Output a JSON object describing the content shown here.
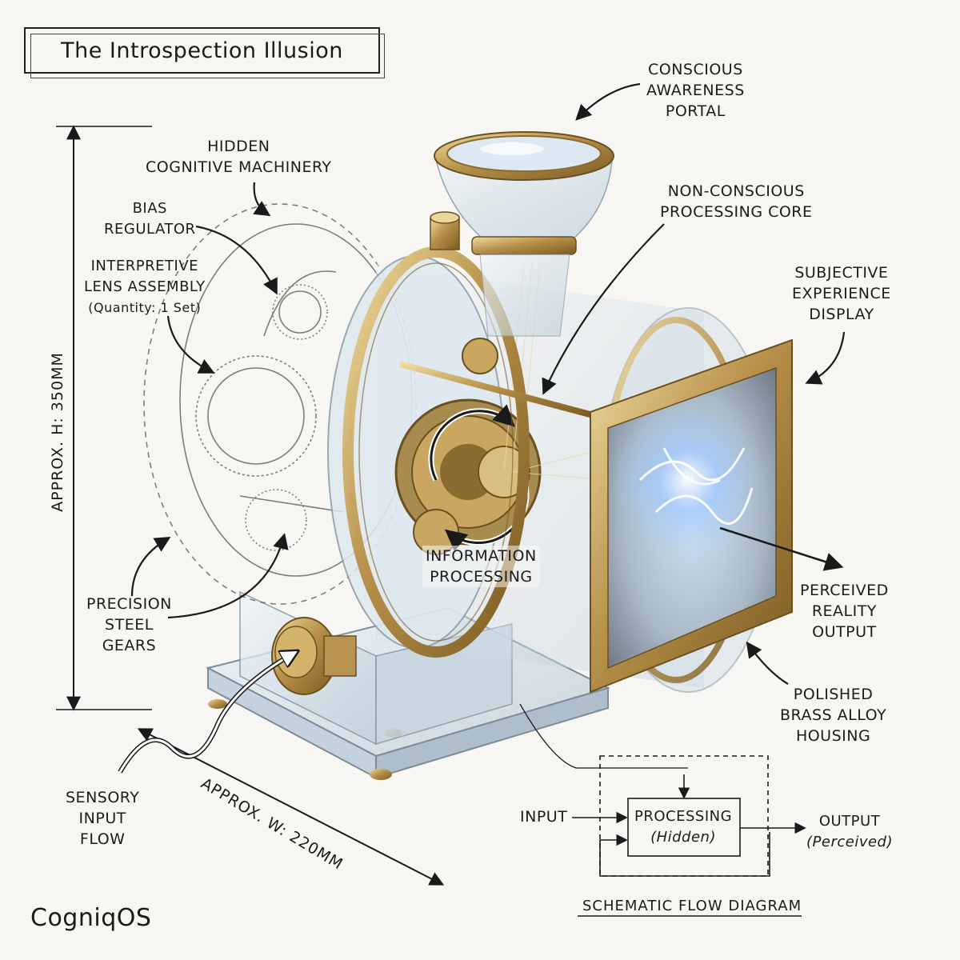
{
  "title": "The Introspection Illusion",
  "brand": "CogniqOS",
  "dimensions": {
    "height": "APPROX. H: 350MM",
    "width": "APPROX. W: 220MM"
  },
  "labels": {
    "conscious_portal": [
      "CONSCIOUS",
      "AWARENESS",
      "PORTAL"
    ],
    "hidden_machinery": [
      "HIDDEN",
      "COGNITIVE MACHINERY"
    ],
    "bias_regulator": [
      "BIAS",
      "REGULATOR"
    ],
    "interpretive_lens": [
      "INTERPRETIVE",
      "LENS ASSEMBLY",
      "(Quantity: 1 Set)"
    ],
    "nonconscious_core": [
      "NON-CONSCIOUS",
      "PROCESSING CORE"
    ],
    "subjective_display": [
      "SUBJECTIVE",
      "EXPERIENCE",
      "DISPLAY"
    ],
    "information_processing": [
      "INFORMATION",
      "PROCESSING"
    ],
    "perceived_output": [
      "PERCEIVED",
      "REALITY",
      "OUTPUT"
    ],
    "brass_housing": [
      "POLISHED",
      "BRASS ALLOY",
      "HOUSING"
    ],
    "precision_gears": [
      "PRECISION",
      "STEEL",
      "GEARS"
    ],
    "sensory_input": [
      "SENSORY",
      "INPUT",
      "FLOW"
    ]
  },
  "schematic": {
    "title": "SCHEMATIC FLOW DIAGRAM",
    "input": "INPUT",
    "processing": "PROCESSING",
    "processing_sub": "(Hidden)",
    "output": "OUTPUT",
    "output_sub": "(Perceived)"
  },
  "colors": {
    "brass": "#b8914a",
    "brass_light": "#e0c78a",
    "glass": "#d6e4ee",
    "glow": "#9fc8ff",
    "ink": "#1a1a1a"
  }
}
